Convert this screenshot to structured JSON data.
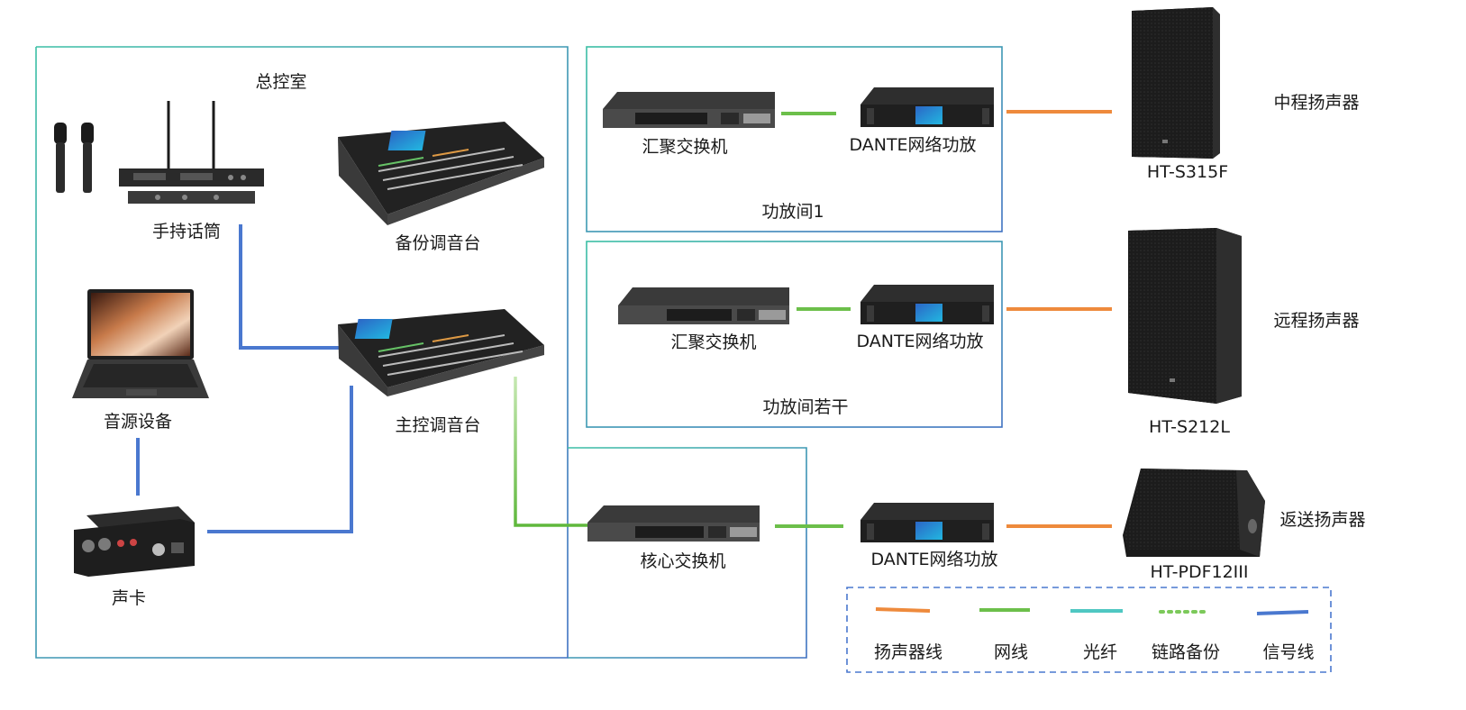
{
  "colors": {
    "speaker_line": "#ee8a3c",
    "network_line": "#6cbf4a",
    "fiber_line": "#4fc7c2",
    "backup_link": "#7cc95a",
    "signal_line": "#4a78cf",
    "room_border_teal": "#3cbfa5",
    "room_border_blue": "#3f72c2",
    "legend_border": "#4a78cf"
  },
  "rooms": {
    "control_room": "总控室",
    "amp_room_1": "功放间1",
    "amp_room_n": "功放间若干"
  },
  "devices": {
    "handheld_mic": "手持话筒",
    "backup_console": "备份调音台",
    "audio_source": "音源设备",
    "main_console": "主控调音台",
    "sound_card": "声卡",
    "agg_switch_1": "汇聚交换机",
    "agg_switch_2": "汇聚交换机",
    "core_switch": "核心交换机",
    "dante_amp_1": "DANTE网络功放",
    "dante_amp_2": "DANTE网络功放",
    "dante_amp_3": "DANTE网络功放"
  },
  "speakers": {
    "mid_range": {
      "type": "中程扬声器",
      "model": "HT-S315F"
    },
    "long_range": {
      "type": "远程扬声器",
      "model": "HT-S212L"
    },
    "monitor": {
      "type": "返送扬声器",
      "model": "HT-PDF12III"
    }
  },
  "legend": {
    "speaker_line": "扬声器线",
    "network_line": "网线",
    "fiber": "光纤",
    "link_backup": "链路备份",
    "signal_line": "信号线"
  }
}
